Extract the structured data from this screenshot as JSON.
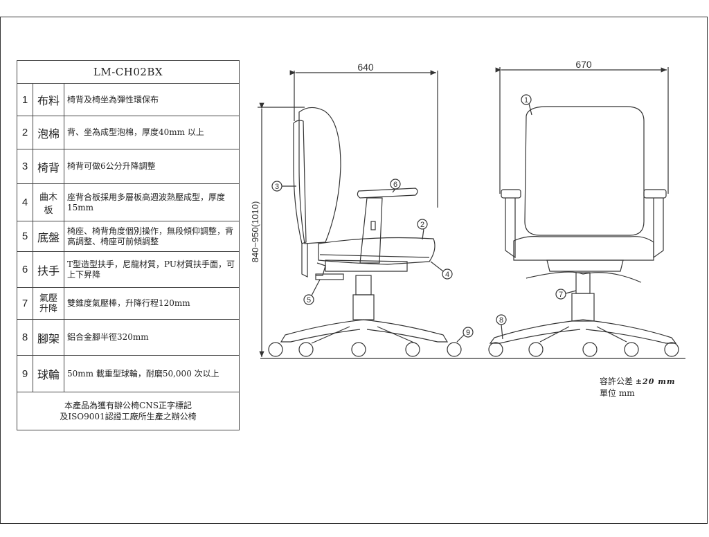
{
  "model": "LM-CH02BX",
  "specs": [
    {
      "num": "1",
      "name": "布料",
      "desc": "椅背及椅坐為彈性環保布"
    },
    {
      "num": "2",
      "name": "泡棉",
      "desc": "背、坐為成型泡棉，厚度40mm 以上"
    },
    {
      "num": "3",
      "name": "椅背",
      "desc": "椅背可做6公分升降調整"
    },
    {
      "num": "4",
      "name": "曲木板",
      "desc": "座背合板採用多層板高週波熱壓成型，厚度15mm"
    },
    {
      "num": "5",
      "name": "底盤",
      "desc": "椅座、椅背角度個別操作，無段傾仰調整，背高調整、椅座可前傾調整"
    },
    {
      "num": "6",
      "name": "扶手",
      "desc": "T型造型扶手，尼龍材質，PU材質扶手面，可上下昇降"
    },
    {
      "num": "7",
      "name": "氣壓升降",
      "desc": "雙錐度氣壓棒，升降行程120mm"
    },
    {
      "num": "8",
      "name": "腳架",
      "desc": "鋁合金腳半徑320mm"
    },
    {
      "num": "9",
      "name": "球輪",
      "desc": "50mm 載重型球輪，耐磨50,000 次以上"
    }
  ],
  "footer": {
    "line1": "本產品為獲有辦公椅CNS正字標記",
    "line2": "及ISO9001認證工廠所生產之辦公椅"
  },
  "dimensions": {
    "side_width": "640",
    "front_width": "670",
    "height": "840~950(1010)"
  },
  "callouts": [
    "1",
    "2",
    "3",
    "4",
    "5",
    "6",
    "7",
    "8",
    "9"
  ],
  "tolerance": {
    "label": "容許公差",
    "value": "±20 mm",
    "unit_label": "單位 mm"
  }
}
